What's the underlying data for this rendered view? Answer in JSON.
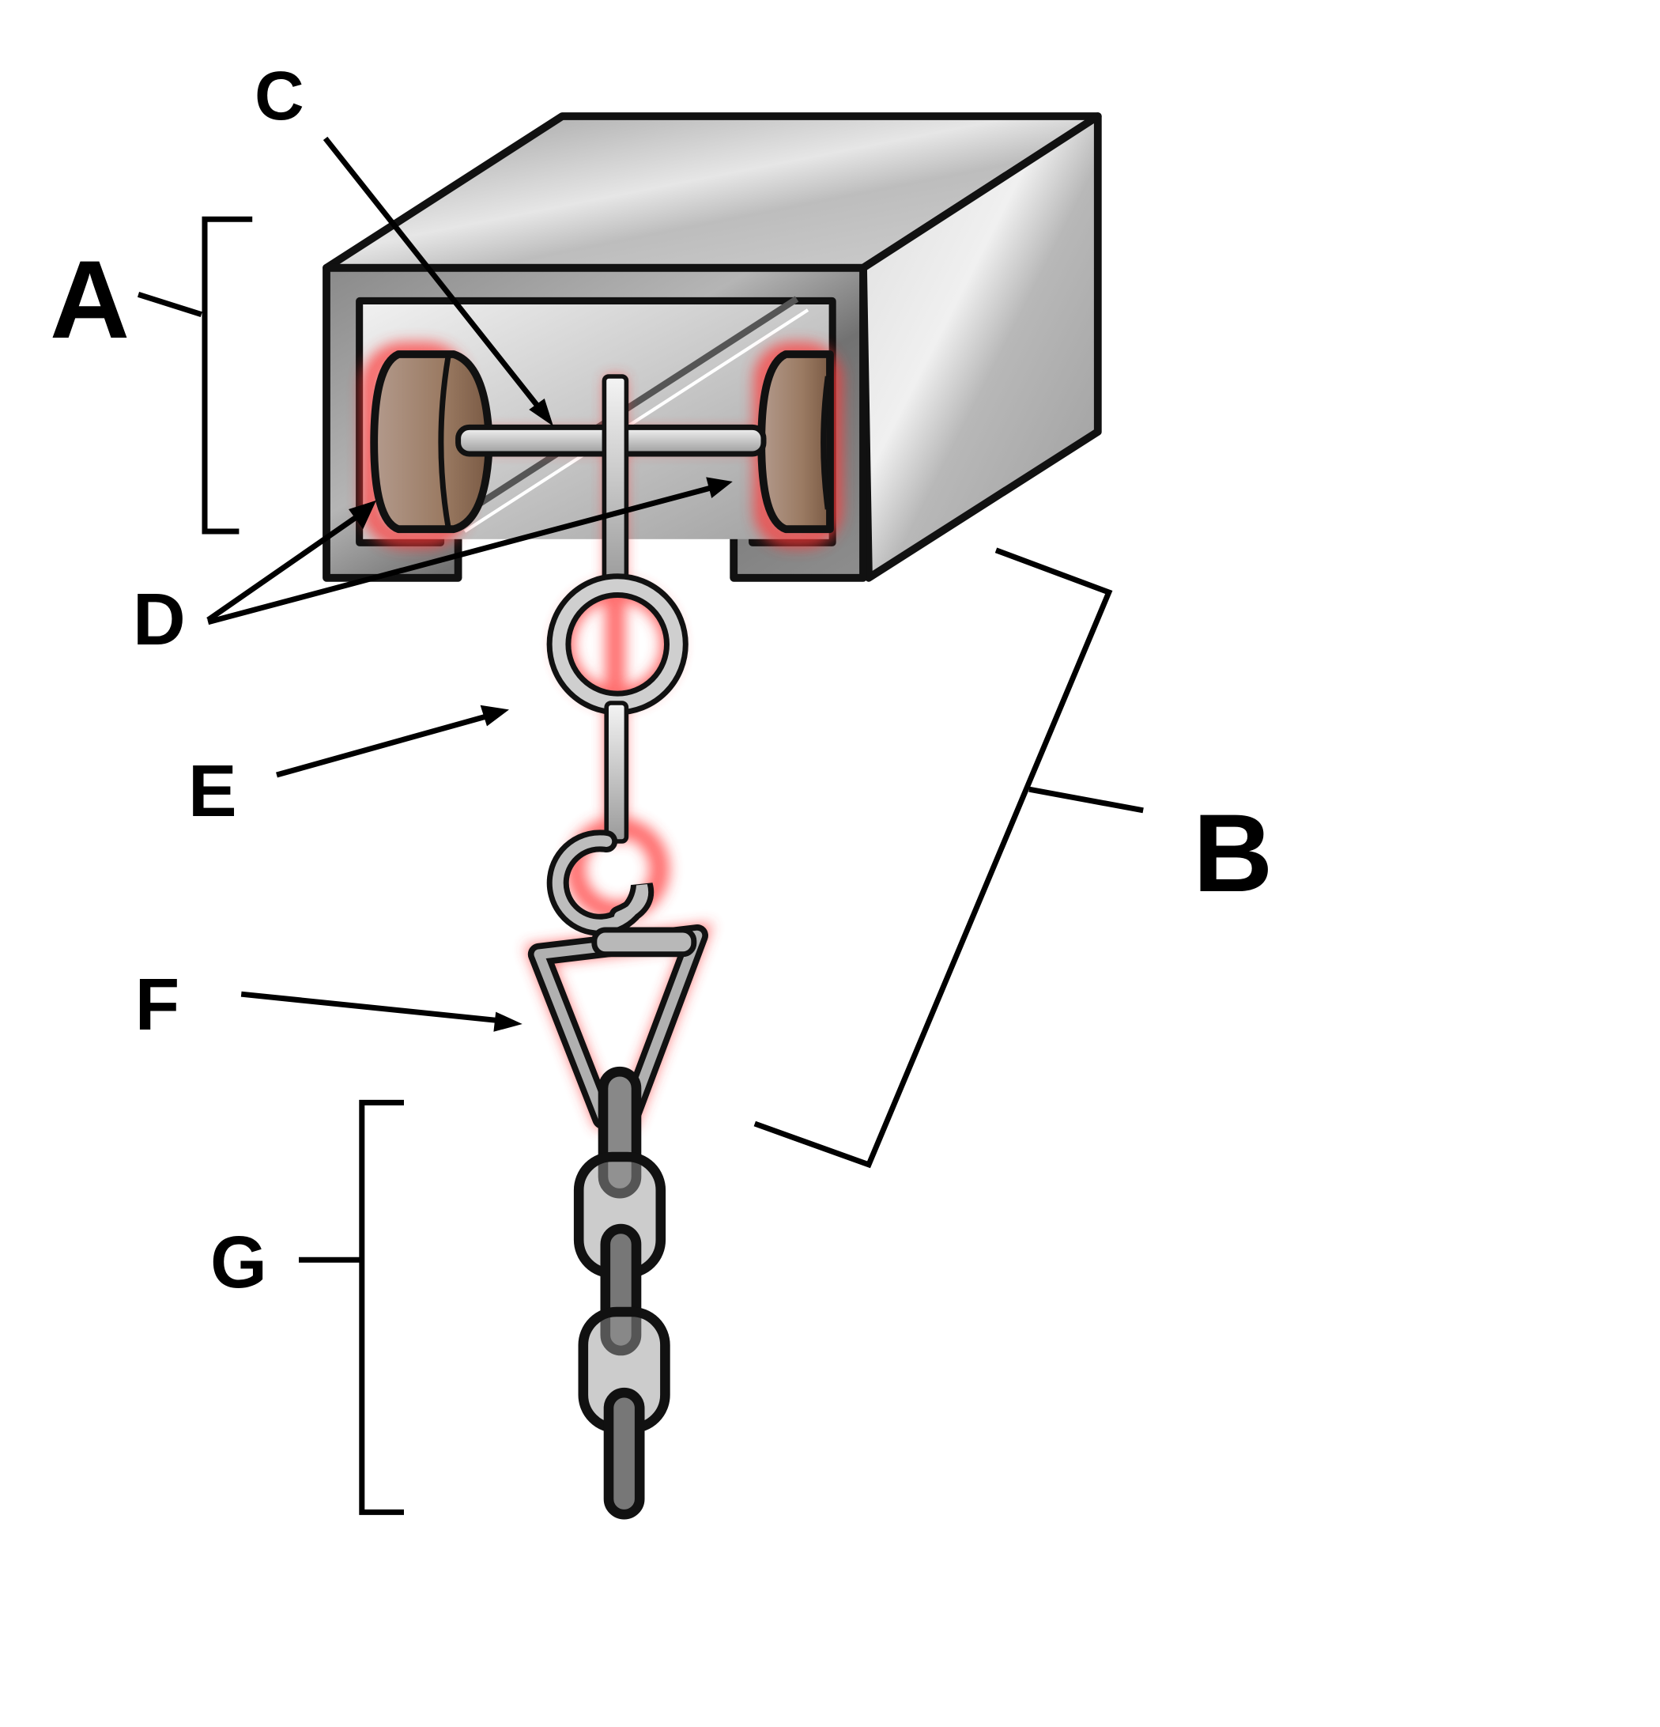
{
  "diagram": {
    "labels": {
      "A": "A",
      "B": "B",
      "C": "C",
      "D": "D",
      "E": "E",
      "F": "F",
      "G": "G"
    },
    "colors": {
      "metal_light": "#e8e8e8",
      "metal_mid": "#b4b4b4",
      "metal_dark": "#6e6e6e",
      "wheel": "#a48672",
      "highlight_glow": "#ff3b3b",
      "outline": "#111111"
    }
  }
}
